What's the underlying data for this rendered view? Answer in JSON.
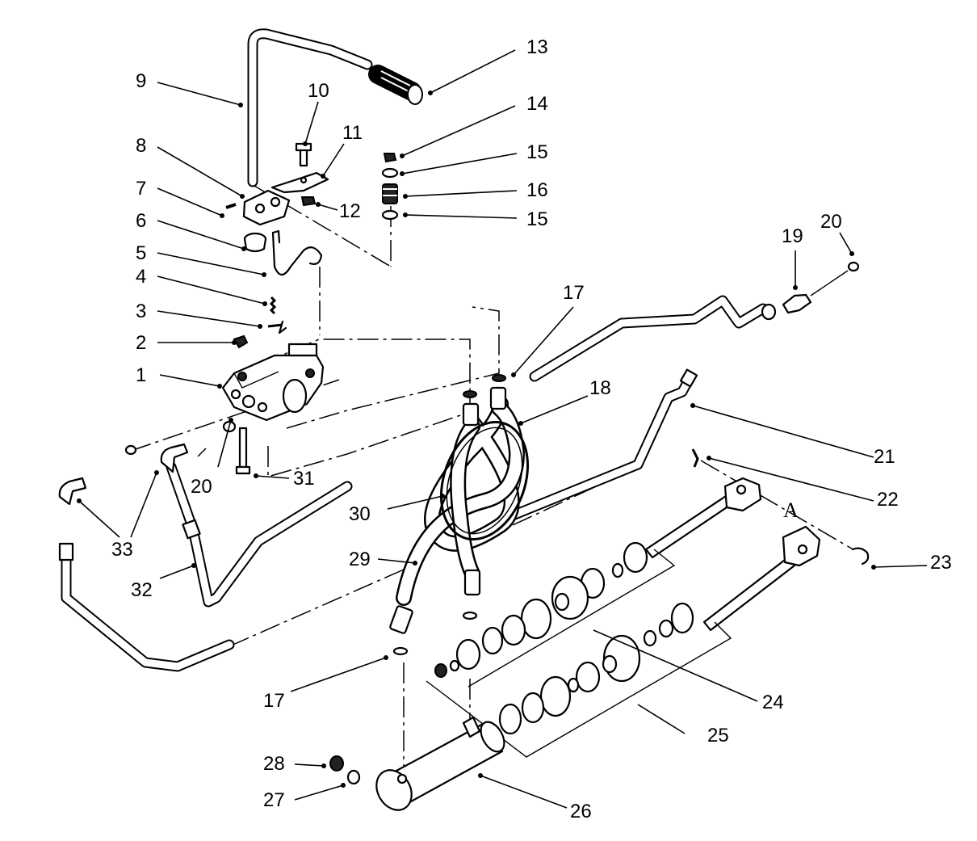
{
  "callouts": [
    {
      "id": "c1",
      "text": "1"
    },
    {
      "id": "c2",
      "text": "2"
    },
    {
      "id": "c3",
      "text": "3"
    },
    {
      "id": "c4",
      "text": "4"
    },
    {
      "id": "c5",
      "text": "5"
    },
    {
      "id": "c6",
      "text": "6"
    },
    {
      "id": "c7",
      "text": "7"
    },
    {
      "id": "c8",
      "text": "8"
    },
    {
      "id": "c9",
      "text": "9"
    },
    {
      "id": "c10",
      "text": "10"
    },
    {
      "id": "c11",
      "text": "11"
    },
    {
      "id": "c12",
      "text": "12"
    },
    {
      "id": "c13",
      "text": "13"
    },
    {
      "id": "c14",
      "text": "14"
    },
    {
      "id": "c15a",
      "text": "15"
    },
    {
      "id": "c16",
      "text": "16"
    },
    {
      "id": "c15b",
      "text": "15"
    },
    {
      "id": "c17a",
      "text": "17"
    },
    {
      "id": "c18",
      "text": "18"
    },
    {
      "id": "c19",
      "text": "19"
    },
    {
      "id": "c20a",
      "text": "20"
    },
    {
      "id": "c20b",
      "text": "20"
    },
    {
      "id": "c21",
      "text": "21"
    },
    {
      "id": "c22",
      "text": "22"
    },
    {
      "id": "c23",
      "text": "23"
    },
    {
      "id": "c24",
      "text": "24"
    },
    {
      "id": "c25",
      "text": "25"
    },
    {
      "id": "c26",
      "text": "26"
    },
    {
      "id": "c27",
      "text": "27"
    },
    {
      "id": "c28",
      "text": "28"
    },
    {
      "id": "c29",
      "text": "29"
    },
    {
      "id": "c30",
      "text": "30"
    },
    {
      "id": "c31",
      "text": "31"
    },
    {
      "id": "c32",
      "text": "32"
    },
    {
      "id": "c33",
      "text": "33"
    },
    {
      "id": "c17b",
      "text": "17"
    }
  ],
  "reference_letter": "A"
}
